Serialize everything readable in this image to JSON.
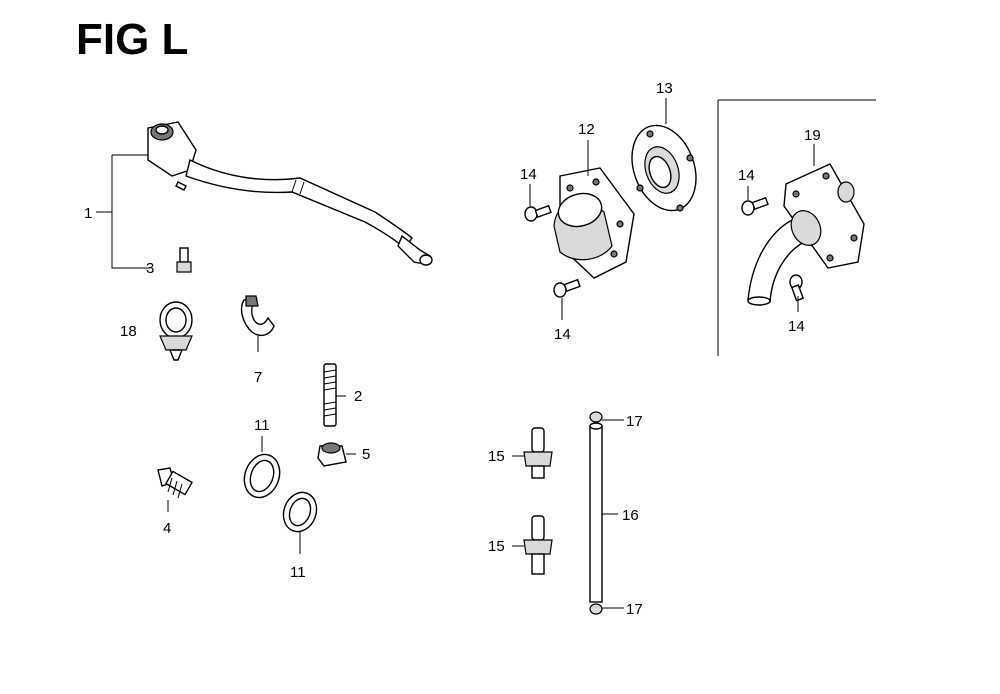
{
  "title": "FIG L",
  "callouts": {
    "c1": "1",
    "c2": "2",
    "c3": "3",
    "c4": "4",
    "c5": "5",
    "c7": "7",
    "c11a": "11",
    "c11b": "11",
    "c12": "12",
    "c13": "13",
    "c14a": "14",
    "c14b": "14",
    "c14c": "14",
    "c14d": "14",
    "c15a": "15",
    "c15b": "15",
    "c16": "16",
    "c17a": "17",
    "c17b": "17",
    "c18": "18",
    "c19": "19"
  }
}
